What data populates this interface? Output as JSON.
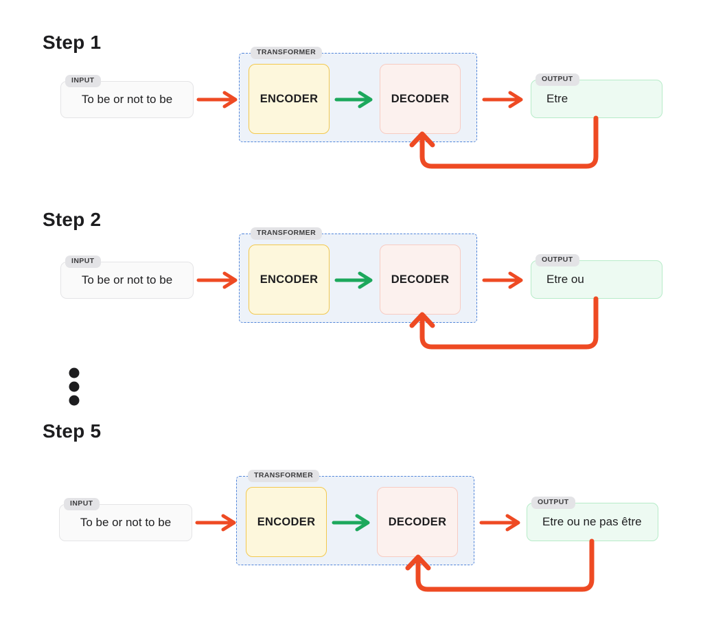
{
  "labels": {
    "input": "INPUT",
    "output": "OUTPUT",
    "transformer": "TRANSFORMER",
    "encoder": "ENCODER",
    "decoder": "DECODER"
  },
  "steps": [
    {
      "heading": "Step 1",
      "input": "To be or not to be",
      "output": "Etre"
    },
    {
      "heading": "Step 2",
      "input": "To be or not to be",
      "output": "Etre ou"
    },
    {
      "heading": "Step 5",
      "input": "To be or not to be",
      "output": "Etre ou ne pas être"
    }
  ],
  "colors": {
    "arrow-red": "#EE4A23",
    "arrow-green": "#1CA85C",
    "transformer-border": "#4E83D9",
    "transformer-bg": "#EDF2F9",
    "encoder-bg": "#FDF7DC",
    "encoder-border": "#F2C84D",
    "decoder-bg": "#FCF1EE",
    "decoder-border": "#F7CBC2",
    "output-bg": "#EDFAF2",
    "output-border": "#B6EBC8",
    "input-bg": "#FAFAFA",
    "input-border": "#E4E4E6",
    "tag-bg": "#E3E3E6",
    "tag-text": "#3C3C3E",
    "text": "#1D1D1F"
  }
}
